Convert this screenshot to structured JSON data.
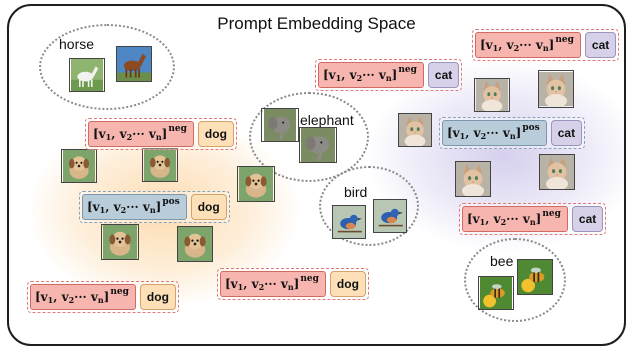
{
  "title": "Prompt Embedding Space",
  "vector_open": "[v",
  "vector_sep": ", v",
  "vector_dots": " ··· v",
  "vector_close": "]",
  "sub1": "1",
  "sub2": "2",
  "subn": "n",
  "tag_neg": "neg",
  "tag_pos": "pos",
  "classes": {
    "dog": "dog",
    "cat": "cat"
  },
  "clusters": {
    "horse": "horse",
    "elephant": "elephant",
    "bird": "bird",
    "bee": "bee"
  },
  "colors": {
    "neg_prompt": "#f6b5ae",
    "pos_prompt": "#b9ccda",
    "dog_tag": "#fde0b8",
    "cat_tag": "#d6d1e8",
    "dog_region_glow": "#fcd9a6",
    "cat_region_glow": "#d9d3ee"
  }
}
